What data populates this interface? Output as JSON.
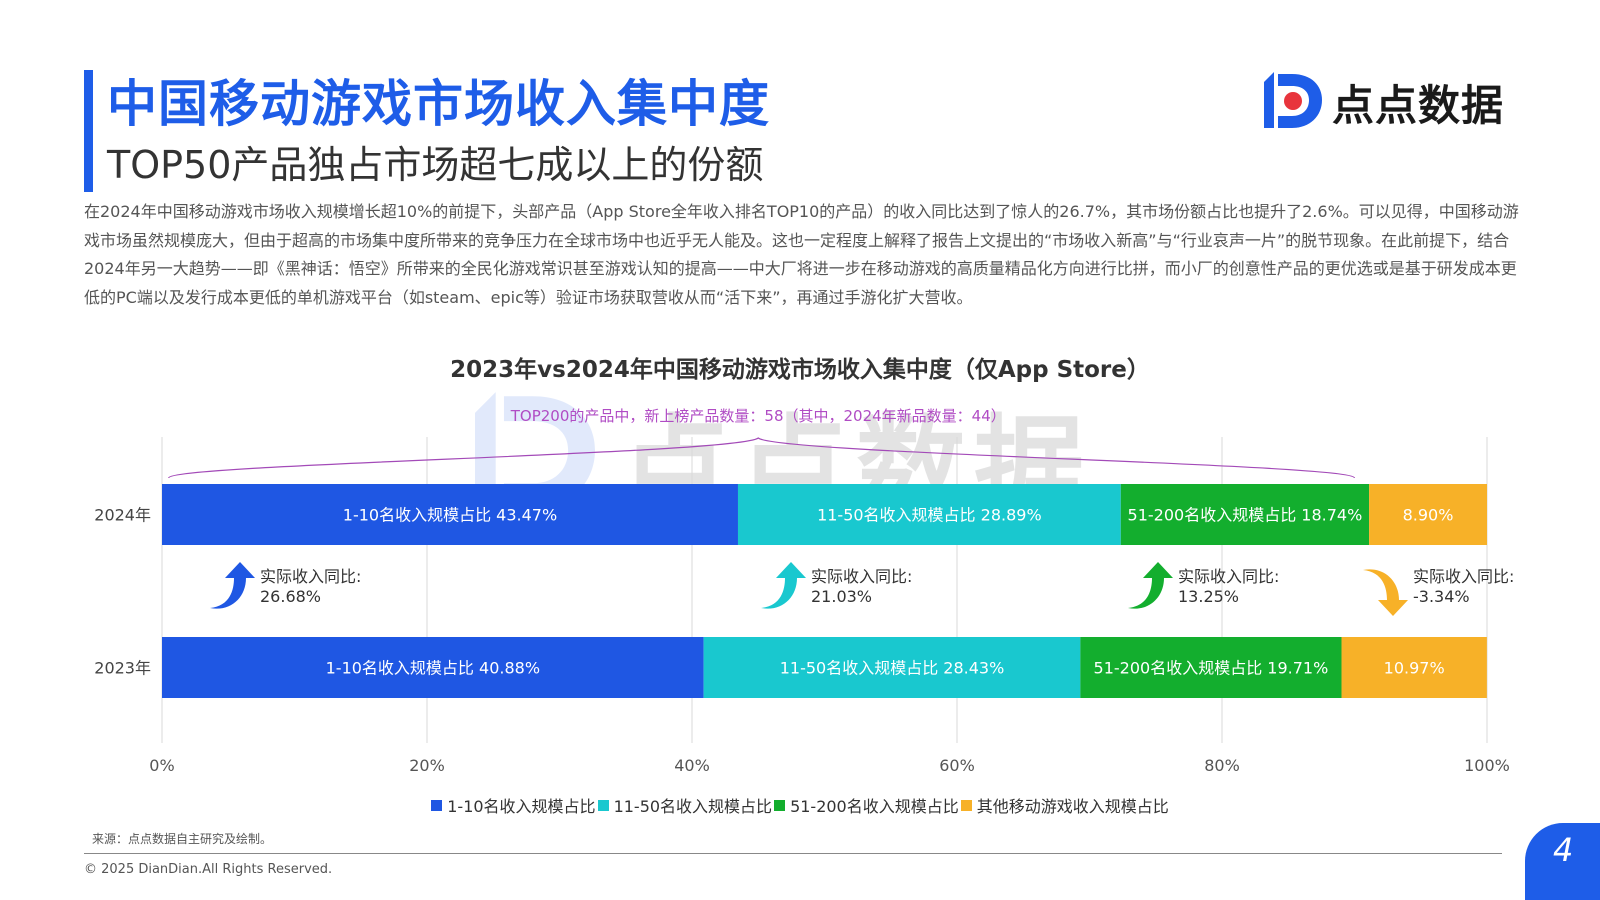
{
  "header": {
    "title": "中国移动游戏市场收入集中度",
    "subtitle": "TOP50产品独占市场超七成以上的份额",
    "brand": "点点数据",
    "brand_color": "#1e5de8"
  },
  "intro_text": "在2024年中国移动游戏市场收入规模增长超10%的前提下，头部产品（App Store全年收入排名TOP10的产品）的收入同比达到了惊人的26.7%，其市场份额占比也提升了2.6%。可以见得，中国移动游戏市场虽然规模庞大，但由于超高的市场集中度所带来的竞争压力在全球市场中也近乎无人能及。这也一定程度上解释了报告上文提出的“市场收入新高”与“行业哀声一片”的脱节现象。在此前提下，结合2024年另一大趋势——即《黑神话：悟空》所带来的全民化游戏常识甚至游戏认知的提高——中大厂将进一步在移动游戏的高质量精品化方向进行比拼，而小厂的创意性产品的更优选或是基于研发成本更低的PC端以及发行成本更低的单机游戏平台（如steam、epic等）验证市场获取营收从而“活下来”，再通过手游化扩大营收。",
  "chart_data": {
    "type": "bar",
    "orientation": "horizontal",
    "stacked": true,
    "title": "2023年vs2024年中国移动游戏市场收入集中度（仅App Store）",
    "annotation": "TOP200的产品中，新上榜产品数量：58（其中，2024年新品数量：44）",
    "categories": [
      "2024年",
      "2023年"
    ],
    "series": [
      {
        "name": "1-10名收入规模占比",
        "color": "#1f57e3",
        "values": [
          43.47,
          40.88
        ],
        "labels": [
          "1-10名收入规模占比 43.47%",
          "1-10名收入规模占比 40.88%"
        ]
      },
      {
        "name": "11-50名收入规模占比",
        "color": "#19c8cf",
        "values": [
          28.89,
          28.43
        ],
        "labels": [
          "11-50名收入规模占比 28.89%",
          "11-50名收入规模占比 28.43%"
        ]
      },
      {
        "name": "51-200名收入规模占比",
        "color": "#13ae2e",
        "values": [
          18.74,
          19.71
        ],
        "labels": [
          "51-200名收入规模占比 18.74%",
          "51-200名收入规模占比 19.71%"
        ]
      },
      {
        "name": "其他移动游戏收入规模占比",
        "color": "#f7b128",
        "values": [
          8.9,
          10.97
        ],
        "labels": [
          "8.90%",
          "10.97%"
        ]
      }
    ],
    "xlim": [
      0,
      100
    ],
    "xticks": [
      0,
      20,
      40,
      60,
      80,
      100
    ],
    "xtick_labels": [
      "0%",
      "20%",
      "40%",
      "60%",
      "80%",
      "100%"
    ],
    "grid": true,
    "legend_position": "bottom",
    "yoy": [
      {
        "label": "实际收入同比:",
        "value": "26.68%",
        "direction": "up",
        "color": "#1f57e3"
      },
      {
        "label": "实际收入同比:",
        "value": "21.03%",
        "direction": "up",
        "color": "#19c8cf"
      },
      {
        "label": "实际收入同比:",
        "value": "13.25%",
        "direction": "up",
        "color": "#13ae2e"
      },
      {
        "label": "实际收入同比:",
        "value": "-3.34%",
        "direction": "down",
        "color": "#f7b128"
      }
    ]
  },
  "footer": {
    "source": "来源：点点数据自主研究及绘制。",
    "copyright": "© 2025 DianDian.All Rights Reserved.",
    "page": "4"
  }
}
